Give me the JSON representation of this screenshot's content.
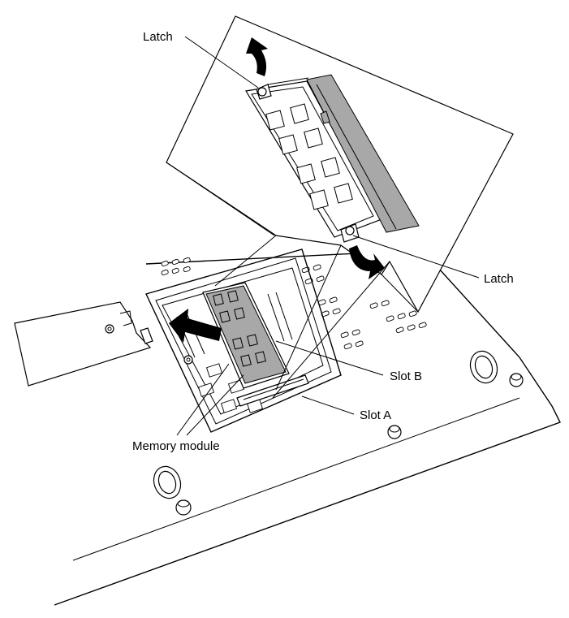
{
  "labels": {
    "latch_top": "Latch",
    "latch_right": "Latch",
    "slot_b": "Slot B",
    "slot_a": "Slot A",
    "memory_module": "Memory module"
  },
  "colors": {
    "line": "#000000",
    "module_gray": "#a8a8a8",
    "arrow_black": "#000000",
    "background": "#ffffff"
  }
}
